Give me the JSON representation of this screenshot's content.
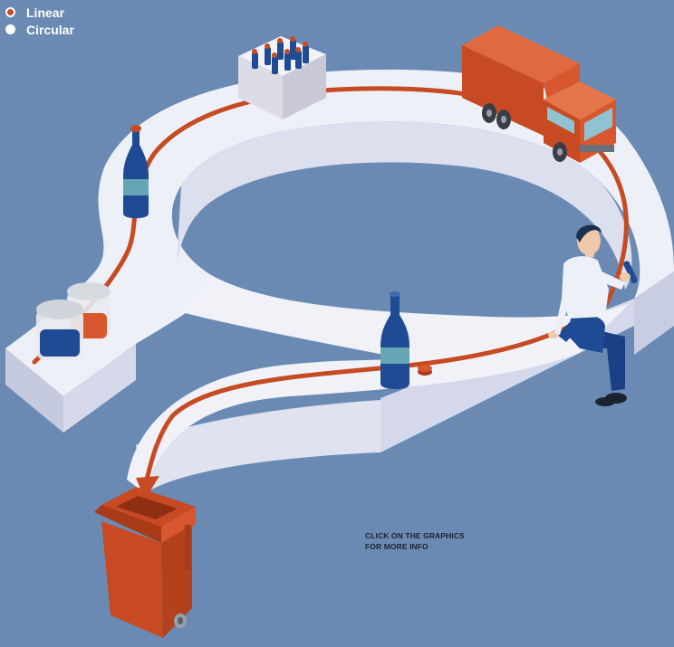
{
  "legend": {
    "items": [
      {
        "label": "Linear",
        "color": "#c64a22"
      },
      {
        "label": "Circular",
        "color": "#ffffff"
      }
    ]
  },
  "hint": {
    "line1": "CLICK ON THE GRAPHICS",
    "line2": "FOR MORE INFO"
  },
  "colors": {
    "background": "#6a8ab4",
    "path": "#c64a22",
    "track": "#eeeff6",
    "bottle": "#1f4a94",
    "label": "#66a6b4",
    "truck": "#d8572f"
  },
  "icons": [
    "bottle-crate-icon",
    "truck-icon",
    "bottle-icon",
    "jars-icon",
    "person-drinking-icon",
    "bottle-cap-icon",
    "wheelie-bin-icon"
  ]
}
